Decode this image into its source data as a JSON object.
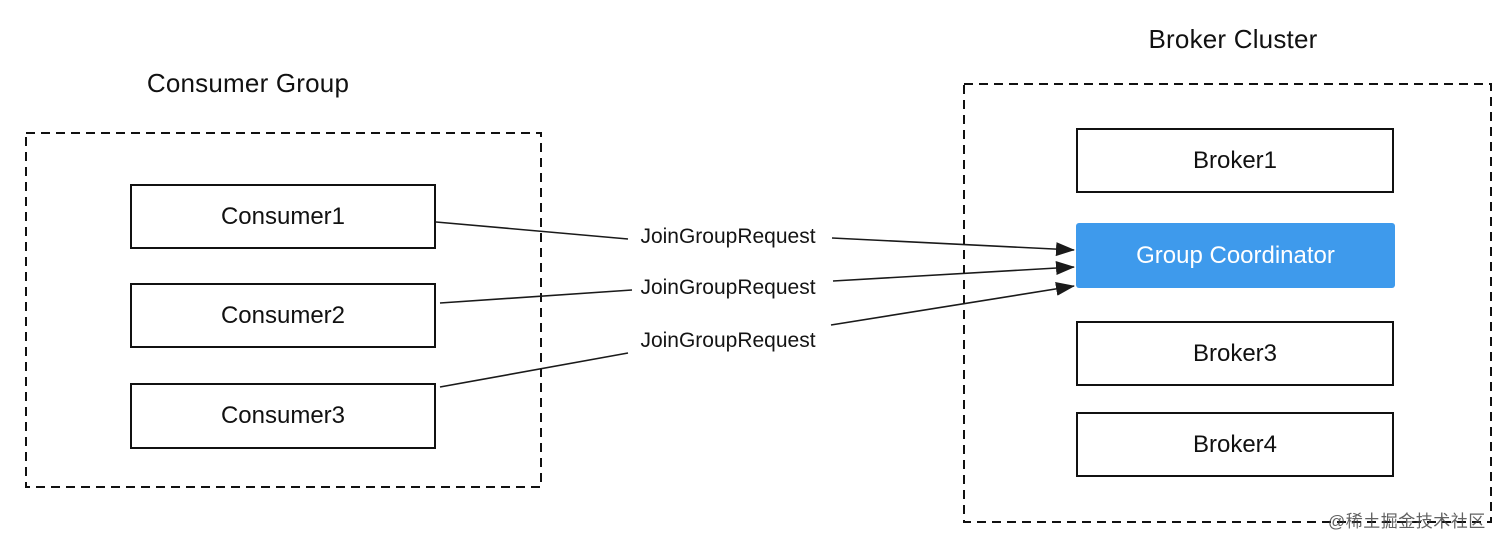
{
  "diagram": {
    "consumer_group": {
      "title": "Consumer Group",
      "consumers": [
        {
          "label": "Consumer1"
        },
        {
          "label": "Consumer2"
        },
        {
          "label": "Consumer3"
        }
      ]
    },
    "broker_cluster": {
      "title": "Broker Cluster",
      "brokers": [
        {
          "label": "Broker1"
        },
        {
          "label": "Group Coordinator",
          "role": "group-coordinator"
        },
        {
          "label": "Broker3"
        },
        {
          "label": "Broker4"
        }
      ]
    },
    "messages": [
      {
        "label": "JoinGroupRequest",
        "from": "Consumer1",
        "to": "Group Coordinator"
      },
      {
        "label": "JoinGroupRequest",
        "from": "Consumer2",
        "to": "Group Coordinator"
      },
      {
        "label": "JoinGroupRequest",
        "from": "Consumer3",
        "to": "Group Coordinator"
      }
    ],
    "watermark": "@稀土掘金技术社区",
    "colors": {
      "background": "#FFFFFF",
      "coordinator_bg": "#3E9AEC",
      "coordinator_text": "#FFFFFF",
      "box_border": "#111111",
      "line": "#1A1A1A",
      "text": "#111111",
      "watermark_text": "#3F3F3F"
    }
  }
}
